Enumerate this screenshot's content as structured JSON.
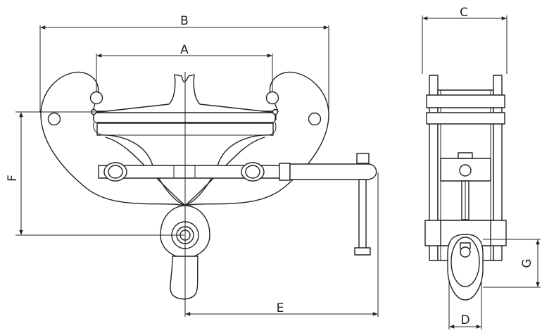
{
  "diagram": {
    "labels": {
      "A": "A",
      "B": "B",
      "C": "C",
      "D": "D",
      "E": "E",
      "F": "F",
      "G": "G"
    }
  }
}
